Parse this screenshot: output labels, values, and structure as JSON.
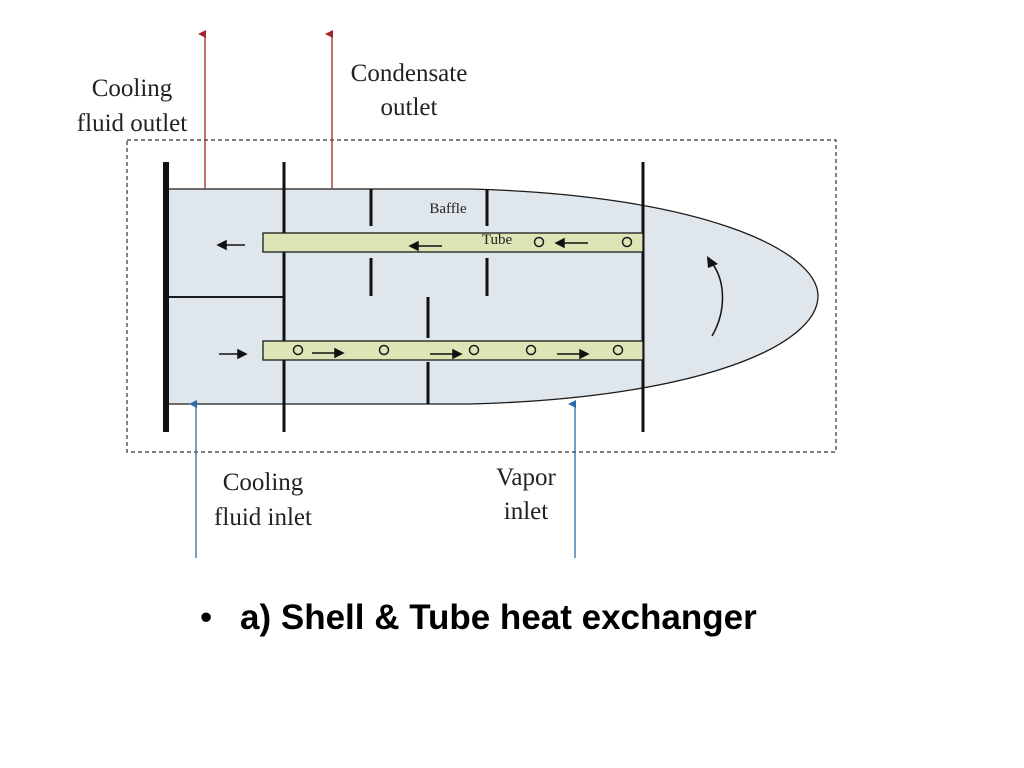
{
  "diagram": {
    "labels": {
      "cooling_outlet_line1": "Cooling",
      "cooling_outlet_line2": "fluid outlet",
      "condensate_outlet_line1": "Condensate",
      "condensate_outlet_line2": "outlet",
      "baffle": "Baffle",
      "tube": "Tube",
      "cooling_inlet_line1": "Cooling",
      "cooling_inlet_line2": "fluid inlet",
      "vapor_inlet_line1": "Vapor",
      "vapor_inlet_line2": "inlet"
    },
    "colors": {
      "shell_fill": "#dfe6ec",
      "tube_fill": "#dde5b6",
      "outlet_arrow": "#a3242a",
      "inlet_arrow": "#2a6cab",
      "line": "#1a1a1a"
    }
  },
  "caption": {
    "bullet": "•",
    "text": "a) Shell & Tube heat exchanger"
  }
}
